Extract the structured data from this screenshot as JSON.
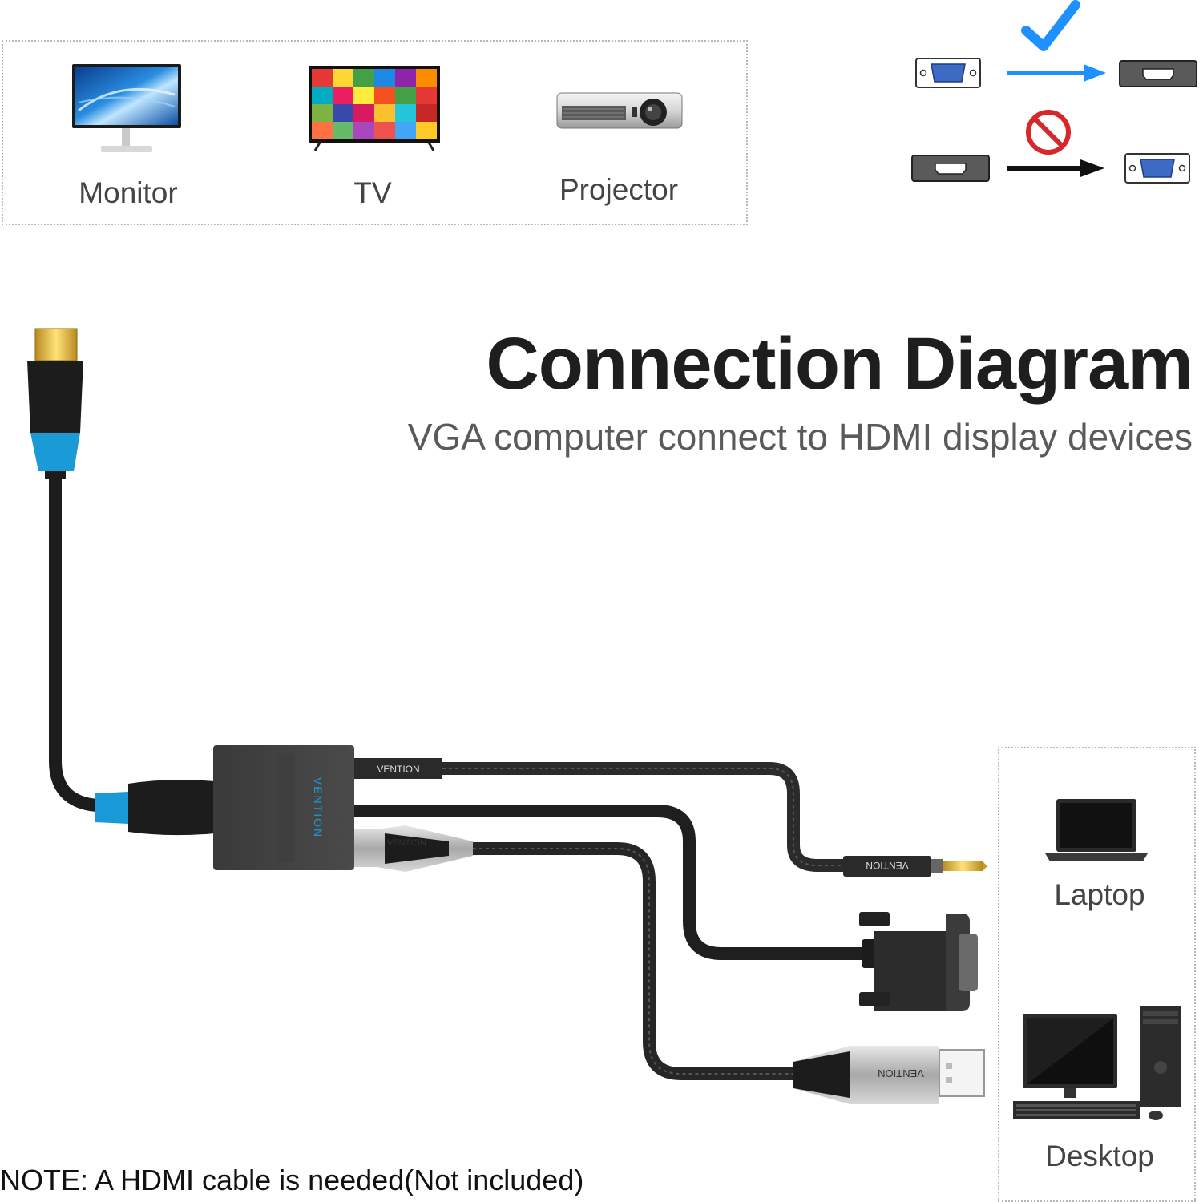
{
  "displays": {
    "monitor_label": "Monitor",
    "tv_label": "TV",
    "projector_label": "Projector"
  },
  "direction_legend": {
    "supported": {
      "from": "VGA",
      "to": "HDMI",
      "status_icon": "checkmark-icon",
      "arrow_color": "#1e90ff"
    },
    "unsupported": {
      "from": "HDMI",
      "to": "VGA",
      "status_icon": "prohibited-icon",
      "arrow_color": "#111111"
    }
  },
  "header": {
    "title": "Connection Diagram",
    "subtitle": "VGA computer connect to HDMI display devices"
  },
  "adapter": {
    "brand": "VENTION"
  },
  "sources": {
    "laptop_label": "Laptop",
    "desktop_label": "Desktop"
  },
  "note": "NOTE: A HDMI cable is needed(Not included)",
  "colors": {
    "accent_blue": "#1a9ad6",
    "check_blue": "#1e90ff",
    "prohibit_red": "#d8262b",
    "cable_black": "#1c1c1c"
  }
}
